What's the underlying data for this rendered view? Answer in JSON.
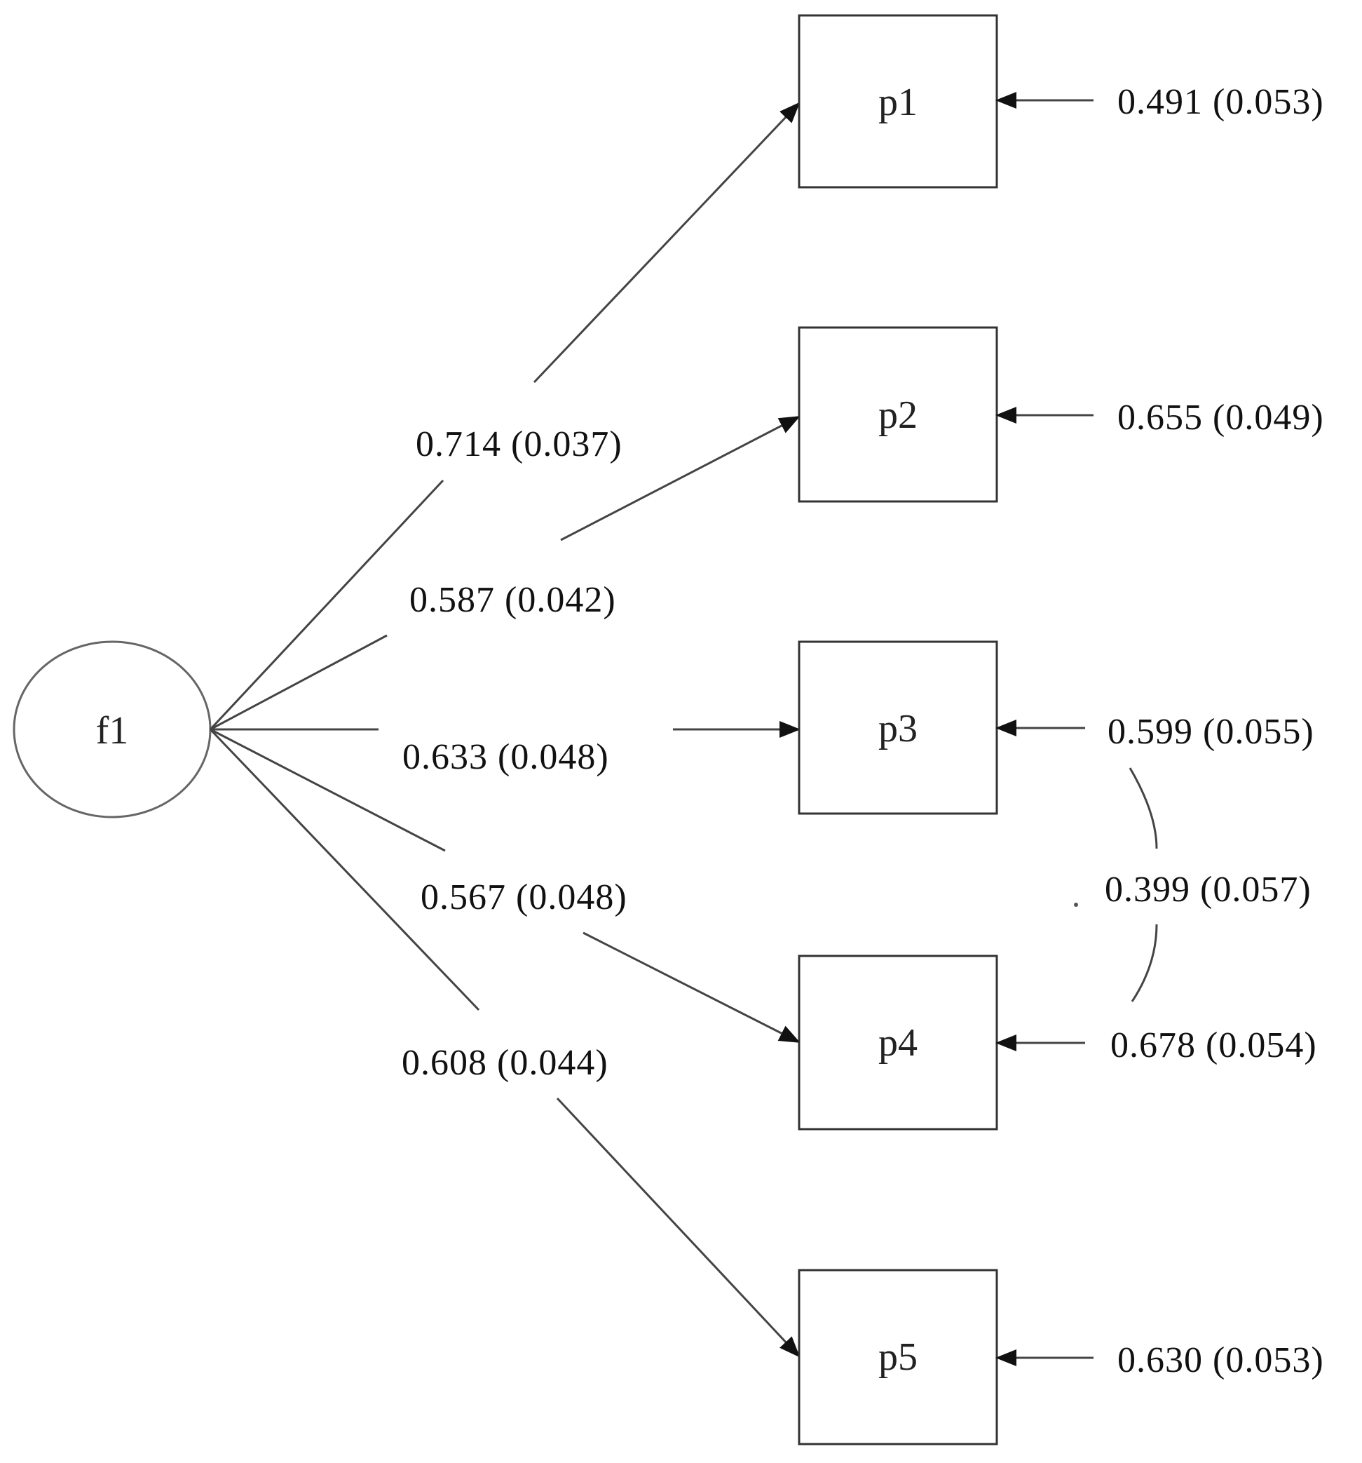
{
  "diagram": {
    "latent": {
      "label": "f1"
    },
    "indicators": [
      {
        "label": "p1",
        "loading": "0.714 (0.037)",
        "residual": "0.491 (0.053)"
      },
      {
        "label": "p2",
        "loading": "0.587 (0.042)",
        "residual": "0.655 (0.049)"
      },
      {
        "label": "p3",
        "loading": "0.633 (0.048)",
        "residual": "0.599 (0.055)"
      },
      {
        "label": "p4",
        "loading": "0.567 (0.048)",
        "residual": "0.678 (0.054)"
      },
      {
        "label": "p5",
        "loading": "0.608 (0.044)",
        "residual": "0.630 (0.053)"
      }
    ],
    "correlation": {
      "between": [
        "p3",
        "p4"
      ],
      "label": "0.399 (0.057)"
    },
    "colors": {
      "line": "#444444",
      "text": "#111111",
      "background": "#ffffff"
    }
  }
}
